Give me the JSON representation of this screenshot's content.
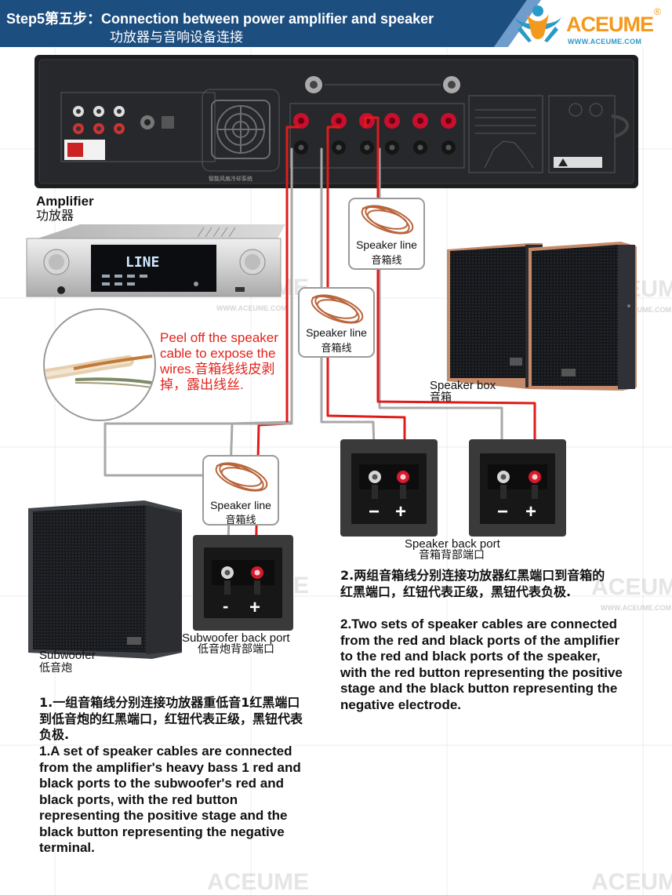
{
  "header": {
    "step_title": "Step5第五步：Connection between power amplifier and speaker",
    "step_subtitle": "功放器与音响设备连接",
    "logo_text": "ACEUME",
    "logo_reg": "®",
    "logo_url": "WWW.ACEUME.COM",
    "bar_color": "#1c4e80",
    "accent_color": "#f39a1e"
  },
  "watermark": {
    "text": "ACEUME",
    "url": "WWW.ACEUME.COM"
  },
  "amplifier": {
    "label_en": "Amplifier",
    "label_zh": "功放器",
    "display_text": "LINE",
    "back_panel_text": "智能风扇冷却系统"
  },
  "peel_note": "Peel off the speaker cable to expose the wires.音箱线线皮剥掉，露出线丝.",
  "speaker_line": {
    "en": "Speaker line",
    "zh": "音箱线"
  },
  "speaker_box": {
    "en": "Speaker box",
    "zh": "音箱"
  },
  "speaker_port": {
    "en": "Speaker back port",
    "zh": "音箱背部端口",
    "minus": "−",
    "plus": "+"
  },
  "subwoofer": {
    "en": "Subwoofer",
    "zh": "低音炮",
    "port_en": "Subwoofer back port",
    "port_zh": "低音炮背部端口",
    "minus": "-",
    "plus": "+"
  },
  "description_1": {
    "zh": "1.一组音箱线分别连接功放器重低音1红黑端口到低音炮的红黑端口，红钮代表正级，黑钮代表负极.",
    "en": "1.A set of speaker cables are connected from the amplifier's heavy bass 1 red and black ports to the subwoofer's red and black ports, with the red button representing the positive stage and the black button representing the negative terminal."
  },
  "description_2": {
    "zh": "2.两组音箱线分别连接功放器红黑端口到音箱的红黑端口，红钮代表正级，黑钮代表负极.",
    "en": "2.Two sets of speaker cables are connected from the red and black ports of the amplifier to the red and black ports of the speaker, with the red button representing the positive stage and the black button representing the negative electrode."
  },
  "colors": {
    "wire_red": "#e01b1b",
    "wire_grey": "#a8a8a8",
    "terminal_red": "#c8102e",
    "amp_dark": "#1d1e20"
  }
}
